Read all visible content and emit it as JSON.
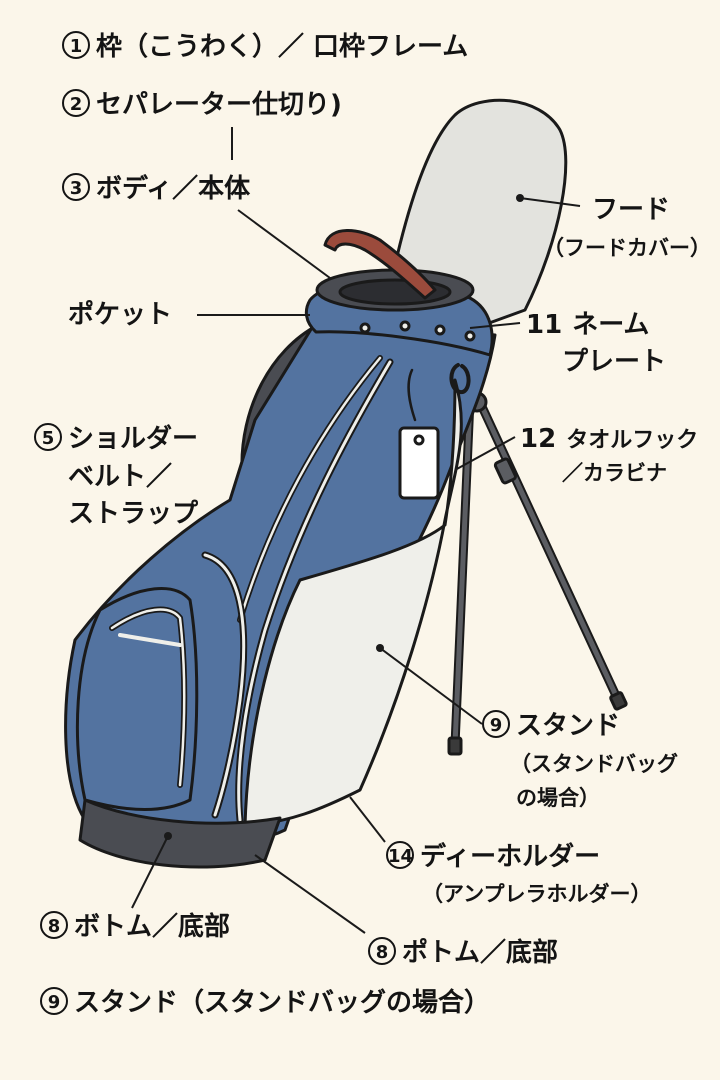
{
  "labels": {
    "frame": {
      "num": "1",
      "text": "枠（こうわく）／ 口枠フレーム"
    },
    "separator": {
      "num": "2",
      "text": "セパレーター仕切り)"
    },
    "body": {
      "num": "3",
      "text": "ボディ／本体"
    },
    "hood": {
      "text": "フード",
      "sub": "（フードカバー）"
    },
    "pocket": {
      "text": "ポケット"
    },
    "nameplate": {
      "num": "11",
      "line1": "ネーム",
      "line2": "プレート"
    },
    "shoulder": {
      "num": "5",
      "line1": "ショルダー",
      "line2": "ベルト／",
      "line3": "ストラップ"
    },
    "towel_hook": {
      "num": "12",
      "line1": "タオルフック",
      "line2": "／カラビナ"
    },
    "stand": {
      "num": "9",
      "text": "スタンド",
      "sub1": "（スタンドバッグ",
      "sub2": "の場合）"
    },
    "tee_holder": {
      "num": "14",
      "text": "ディーホルダー",
      "sub": "（アンプレラホルダー）"
    },
    "bottom_left": {
      "num": "8",
      "text": "ボトム／底部"
    },
    "bottom_right": {
      "num": "8",
      "text": "ポトム／底部"
    },
    "stand_footer": {
      "num": "9",
      "text": "スタンド（スタンドバッグの場合）"
    }
  },
  "colors": {
    "background": "#fbf6ea",
    "bag_blue": "#5373a0",
    "bag_white": "#efefea",
    "hood": "#e3e3de",
    "handle": "#9b4b3c",
    "trim": "#4a4c52",
    "outline": "#1a1a1a"
  }
}
